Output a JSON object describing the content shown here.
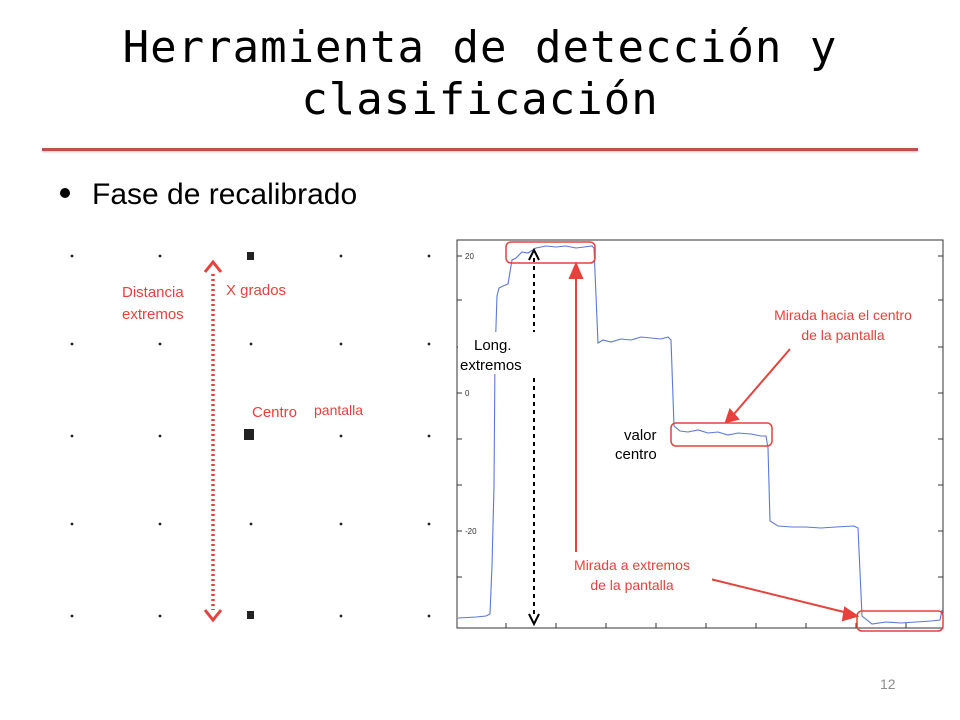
{
  "title": {
    "line1": "Herramienta de detección y",
    "line2": "clasificación"
  },
  "bullet": {
    "text": "Fase de recalibrado"
  },
  "left_figure": {
    "label_distancia": "Distancia",
    "label_extremos": "extremos",
    "label_x_grados": "X grados",
    "label_centro": "Centro",
    "label_pantalla": "pantalla"
  },
  "right_figure": {
    "tick_labels": [
      "20",
      "0",
      "-20"
    ],
    "label_long": "Long.",
    "label_long_extremos": "extremos",
    "label_valor": "valor",
    "label_centro": "centro",
    "annot_centro_1": "Mirada hacia el centro",
    "annot_centro_2": "de la pantalla",
    "annot_extremos_1": "Mirada a extremos",
    "annot_extremos_2": "de la pantalla"
  },
  "colors": {
    "accent_red": "#e8413b",
    "signal_blue": "#5b78d6",
    "rule": "#c0504d"
  },
  "slide_number": "12"
}
